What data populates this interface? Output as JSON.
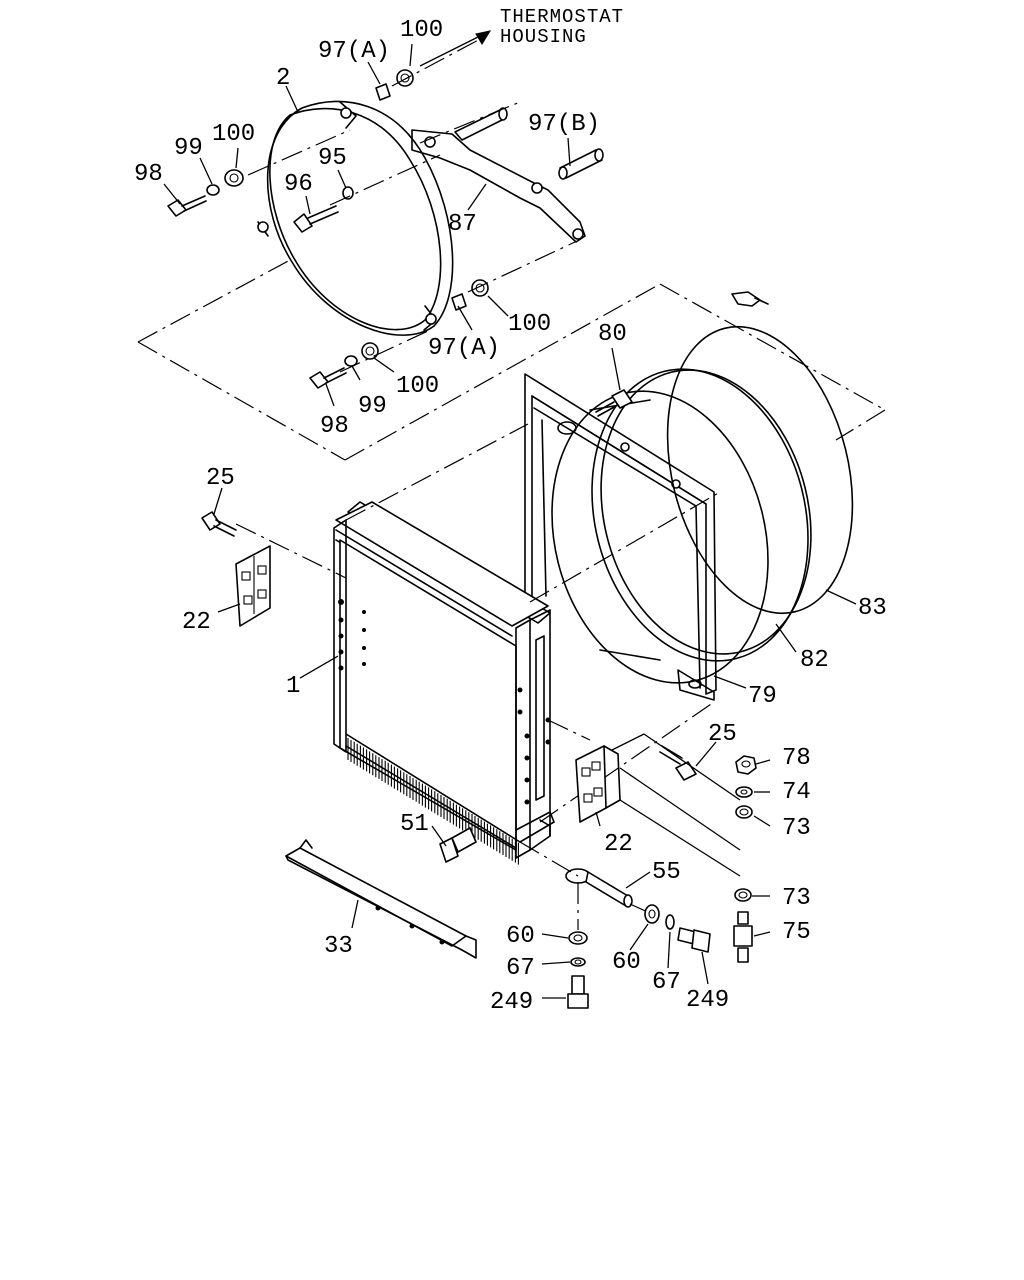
{
  "note": {
    "line1": "THERMOSTAT",
    "line2": "HOUSING"
  },
  "callouts": {
    "c1": "1",
    "c2": "2",
    "c22a": "22",
    "c22b": "22",
    "c25a": "25",
    "c25b": "25",
    "c33": "33",
    "c51": "51",
    "c55": "55",
    "c60a": "60",
    "c60b": "60",
    "c67a": "67",
    "c67b": "67",
    "c73a": "73",
    "c73b": "73",
    "c74": "74",
    "c75": "75",
    "c78": "78",
    "c79": "79",
    "c80": "80",
    "c82": "82",
    "c83": "83",
    "c87": "87",
    "c95": "95",
    "c96": "96",
    "c97a_top": "97(A)",
    "c97a_mid": "97(A)",
    "c97b": "97(B)",
    "c98a": "98",
    "c98b": "98",
    "c99a": "99",
    "c99b": "99",
    "c100a": "100",
    "c100b": "100",
    "c100c": "100",
    "c100d": "100",
    "c249a": "249",
    "c249b": "249"
  }
}
